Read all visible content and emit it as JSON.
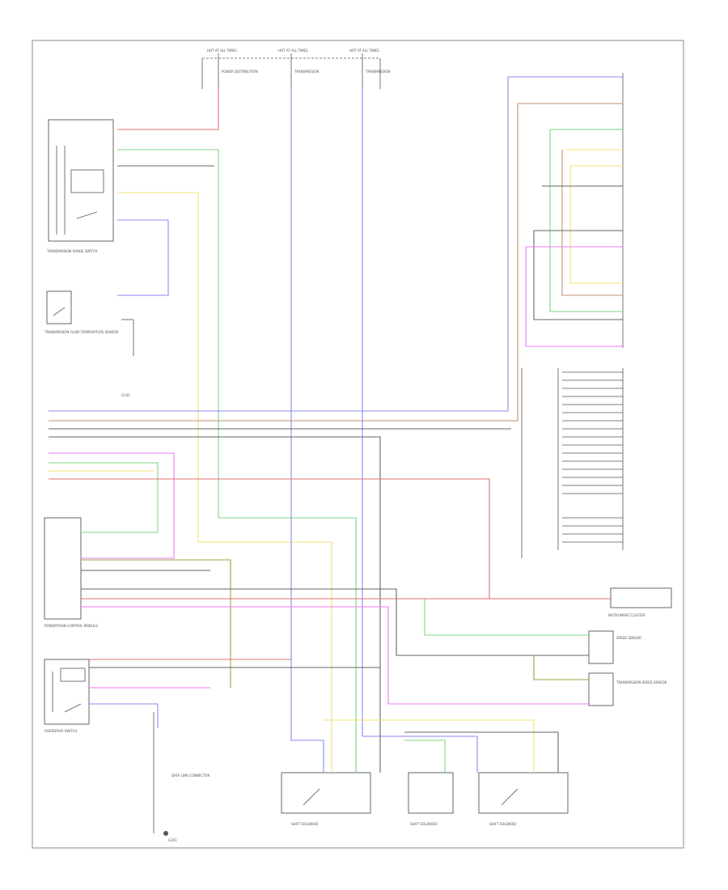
{
  "fuse_block": {
    "fuse_a": "HOT AT ALL TIMES",
    "fuse_b": "HOT AT ALL TIMES",
    "fuse_c": "HOT AT ALL TIMES",
    "fuse_a_desc": "POWER DISTRIBUTION",
    "fuse_b_desc": "TRANSMISSION",
    "fuse_c_desc": "TRANSMISSION"
  },
  "components": {
    "trans_range_switch": "TRANSMISSION RANGE SWITCH",
    "oil_temp_sensor": "TRANSMISSION FLUID TEMPERATURE SENSOR",
    "control_module": "POWERTRAIN CONTROL MODULE",
    "od_switch": "OVERDRIVE SWITCH",
    "shift_solenoid_a": "SHIFT SOLENOID",
    "shift_solenoid_b": "SHIFT SOLENOID",
    "tcc_solenoid": "SHIFT SOLENOID",
    "instrument_cluster": "INSTRUMENT CLUSTER",
    "output_speed_sensor": "SPEED SENSOR",
    "input_speed_sensor": "TRANSMISSION SPEED SENSOR",
    "data_link": "DATA LINK CONNECTOR",
    "ground_a": "G105",
    "ground_b": "G301"
  },
  "colors": {
    "red": "#e07070",
    "green": "#7fd67f",
    "yellow": "#f0e070",
    "blue": "#8a8af0",
    "magenta": "#f07af0",
    "brown": "#c09070",
    "olive": "#a0a040",
    "gray": "#666666"
  }
}
